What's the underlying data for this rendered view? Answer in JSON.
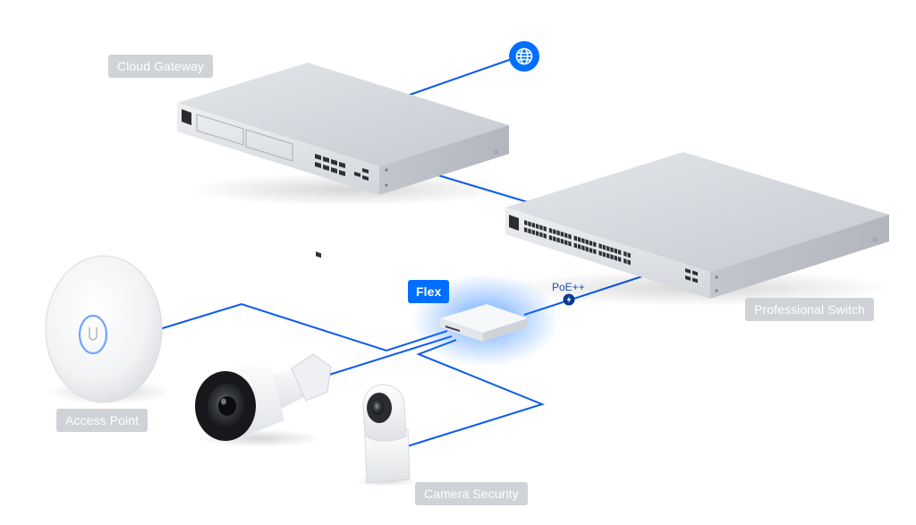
{
  "labels": {
    "cloud_gateway": "Cloud Gateway",
    "professional_switch": "Professional Switch",
    "flex": "Flex",
    "poe": "PoE++",
    "access_point": "Access Point",
    "camera_security": "Camera Security"
  },
  "icons": {
    "internet": "globe-icon",
    "poe": "lightning-icon",
    "access_point_logo": "u-logo"
  },
  "colors": {
    "link": "#0a5bf0",
    "accent": "#006fff",
    "label_bg": "#cfd2d6",
    "flex_glow": "#2f86ff"
  }
}
